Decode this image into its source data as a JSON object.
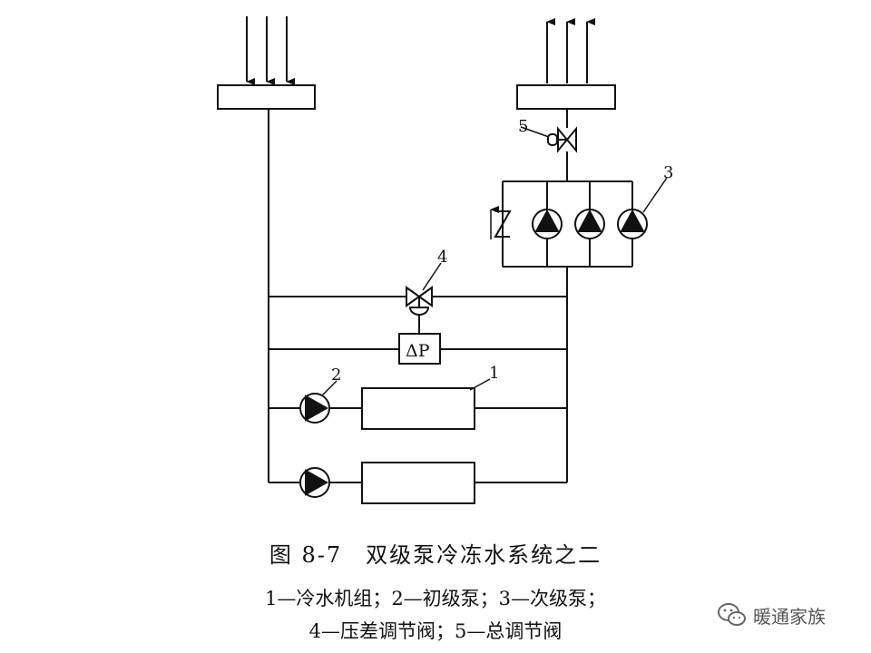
{
  "labels": {
    "valve_total_num": "5",
    "secondary_pump_num": "3",
    "dp_valve_num": "4",
    "dp_sensor": "ΔP",
    "primary_pump_num": "2",
    "chiller_num": "1"
  },
  "caption": {
    "title": "图 8-7　双级泵冷冻水系统之二",
    "line1": "1—冷水机组；2—初级泵；3—次级泵；",
    "line2": "4—压差调节阀；5—总调节阀"
  },
  "watermark": {
    "text": "暖通家族",
    "icon": "wechat-icon"
  },
  "colors": {
    "line": "#111111",
    "background": "#ffffff",
    "watermark": "#555555"
  }
}
